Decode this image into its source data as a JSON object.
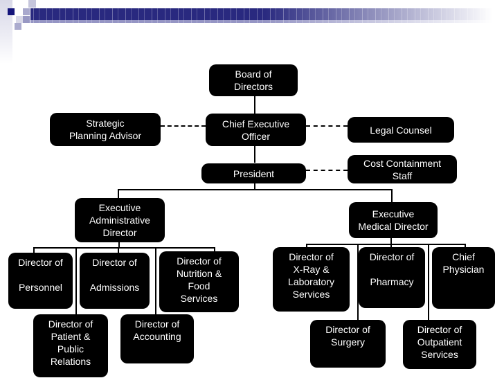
{
  "theme": {
    "node_background": "#000000",
    "node_text_color": "#ffffff",
    "connector_color": "#000000",
    "banner_navy": "#29297f",
    "banner_stripe_light": "#9595c4",
    "accent_dark_square": "#15157b",
    "accent_light_square": "#c6c6dc"
  },
  "org": {
    "nodes": {
      "board": {
        "lines": [
          "Board of",
          "Directors"
        ]
      },
      "strategic": {
        "lines": [
          "Strategic",
          "Planning Advisor"
        ]
      },
      "ceo": {
        "lines": [
          "Chief Executive",
          "Officer"
        ]
      },
      "legal": {
        "lines": [
          "Legal Counsel"
        ]
      },
      "president": {
        "lines": [
          "President"
        ]
      },
      "cost": {
        "lines": [
          "Cost Containment",
          "Staff"
        ]
      },
      "execadmin": {
        "lines": [
          "Executive",
          "Administrative",
          "Director"
        ]
      },
      "execmed": {
        "lines": [
          "Executive",
          "Medical Director"
        ]
      },
      "personnel": {
        "lines": [
          "Director of",
          "",
          "Personnel"
        ]
      },
      "admissions": {
        "lines": [
          "Director of",
          "",
          "Admissions"
        ]
      },
      "nutrition": {
        "lines": [
          "Director of",
          "Nutrition &",
          "Food",
          "Services"
        ]
      },
      "xray": {
        "lines": [
          "Director of",
          "X-Ray &",
          "Laboratory",
          "Services"
        ]
      },
      "pharmacy": {
        "lines": [
          "Director of",
          "",
          "Pharmacy"
        ]
      },
      "chief": {
        "lines": [
          "Chief",
          "Physician"
        ]
      },
      "patient": {
        "lines": [
          "Director of",
          "Patient &",
          "Public",
          "Relations"
        ]
      },
      "accounting": {
        "lines": [
          "Director of",
          "Accounting"
        ]
      },
      "surgery": {
        "lines": [
          "Director of",
          "Surgery"
        ]
      },
      "outpatient": {
        "lines": [
          "Director of",
          "Outpatient",
          "Services"
        ]
      }
    },
    "relationships": {
      "solid": [
        {
          "from": "Board of Directors",
          "to": "Chief Executive Officer"
        },
        {
          "from": "Chief Executive Officer",
          "to": "President"
        },
        {
          "from": "President",
          "to": "Executive Administrative Director"
        },
        {
          "from": "President",
          "to": "Executive Medical Director"
        },
        {
          "from": "Executive Administrative Director",
          "to": "Director of Personnel"
        },
        {
          "from": "Executive Administrative Director",
          "to": "Director of Admissions"
        },
        {
          "from": "Executive Administrative Director",
          "to": "Director of Nutrition & Food Services"
        },
        {
          "from": "Executive Administrative Director",
          "to": "Director of Patient & Public Relations"
        },
        {
          "from": "Executive Administrative Director",
          "to": "Director of Accounting"
        },
        {
          "from": "Executive Medical Director",
          "to": "Director of X-Ray & Laboratory Services"
        },
        {
          "from": "Executive Medical Director",
          "to": "Director of Pharmacy"
        },
        {
          "from": "Executive Medical Director",
          "to": "Chief Physician"
        },
        {
          "from": "Executive Medical Director",
          "to": "Director of Surgery"
        },
        {
          "from": "Executive Medical Director",
          "to": "Director of Outpatient Services"
        }
      ],
      "dashed": [
        {
          "from": "Chief Executive Officer",
          "to": "Strategic Planning Advisor"
        },
        {
          "from": "Chief Executive Officer",
          "to": "Legal Counsel"
        },
        {
          "from": "President",
          "to": "Cost Containment Staff"
        }
      ]
    }
  }
}
